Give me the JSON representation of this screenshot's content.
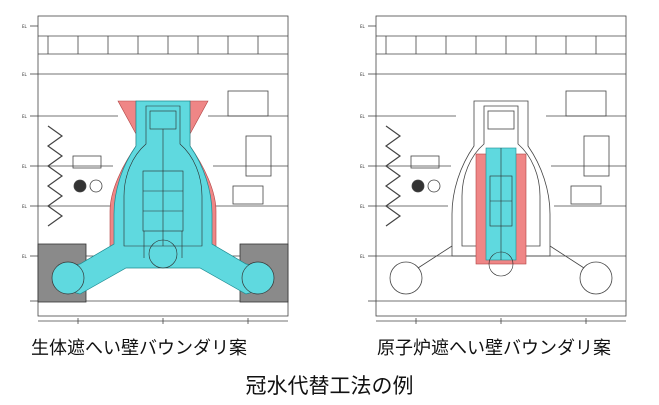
{
  "figure": {
    "title": "冠水代替工法の例",
    "left": {
      "caption": "生体遮へい壁バウンダリ案",
      "water_color": "#5fd9df",
      "boundary_color": "#ef8686"
    },
    "right": {
      "caption": "原子炉遮へい壁バウンダリ案",
      "water_color": "#5fd9df",
      "boundary_color": "#ef8686"
    }
  }
}
